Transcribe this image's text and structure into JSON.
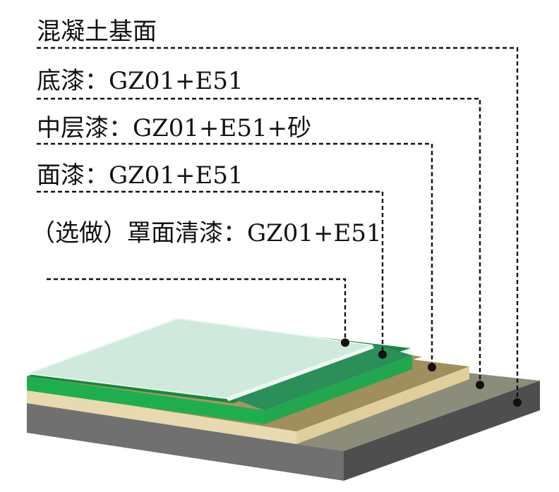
{
  "layers": [
    {
      "id": "substrate",
      "label": "混凝土基面",
      "color": "#8c8c7a"
    },
    {
      "id": "primer",
      "label": "底漆：GZ01+E51",
      "color": "#e8d9b0"
    },
    {
      "id": "middle",
      "label": "中层漆：GZ01+E51+砂",
      "color": "#a08e5c"
    },
    {
      "id": "top",
      "label": "面漆：GZ01+E51",
      "color": "#1fa84e"
    },
    {
      "id": "clearcoat",
      "label": "（选做）罩面清漆：GZ01+E51",
      "color": "#cfe9dc"
    }
  ]
}
